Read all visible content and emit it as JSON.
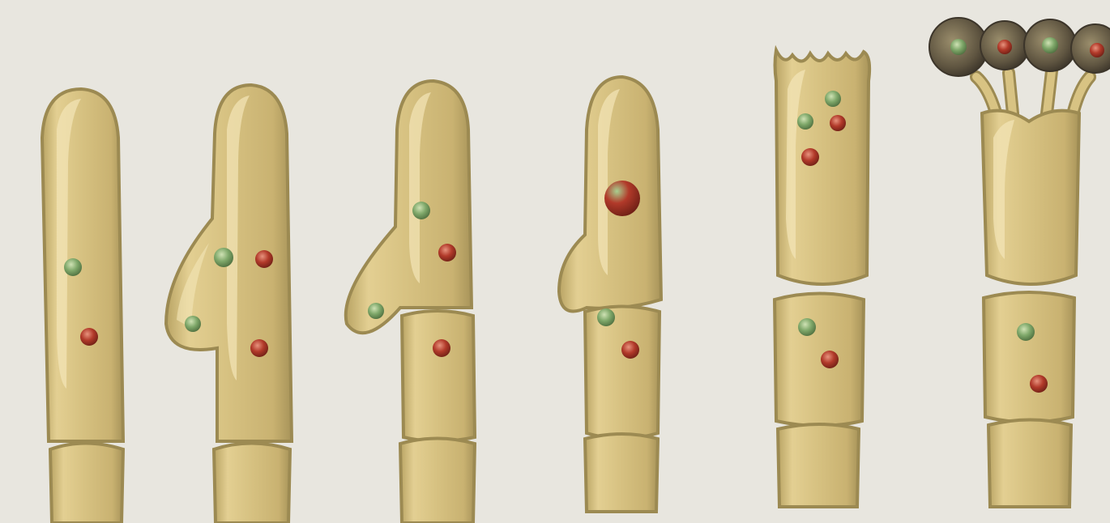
{
  "colors": {
    "background": "#e8e6df",
    "cell_fill": "#d8c383",
    "cell_highlight": "#f3e6b8",
    "cell_outline": "#9c8a52",
    "cell_shadow": "#b9a464",
    "nucleus_green": "#7fa86a",
    "nucleus_red": "#b23a2a",
    "spore": "#6f6347"
  },
  "stages": [
    {
      "id": "stage-1",
      "description_icon": "young-hypha-icon"
    },
    {
      "id": "stage-2",
      "description_icon": "hook-formation-icon"
    },
    {
      "id": "stage-3",
      "description_icon": "clamp-fusion-icon"
    },
    {
      "id": "stage-4",
      "description_icon": "nuclear-fusion-icon"
    },
    {
      "id": "stage-5",
      "description_icon": "sterigmata-forming-icon"
    },
    {
      "id": "stage-6",
      "description_icon": "basidiospores-icon"
    }
  ]
}
